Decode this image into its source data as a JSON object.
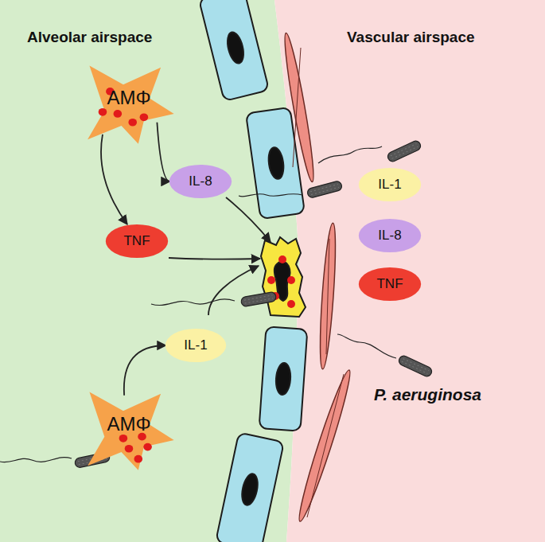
{
  "diagram": {
    "nodes": [
      {
        "text": [
          "AMΦ"
        ]
      },
      {
        "text": [
          "IL-8"
        ]
      },
      {
        "text": [
          "TNF"
        ]
      },
      {
        "text": [
          "IL-1"
        ]
      },
      {
        "text": [
          "AMΦ"
        ]
      },
      {
        "text": [
          "IL-1"
        ]
      },
      {
        "text": [
          "IL-8"
        ]
      },
      {
        "text": [
          "TNF"
        ]
      }
    ],
    "edges": [
      {
        "from": 0,
        "to": 1,
        "arrow": "to"
      },
      {
        "from": 0,
        "to": 2,
        "arrow": "to"
      },
      {
        "from": 4,
        "to": 3,
        "arrow": "to"
      }
    ],
    "labels": [
      "Alveolar airspace",
      "Vascular airspace",
      "P. aeruginosa"
    ]
  }
}
